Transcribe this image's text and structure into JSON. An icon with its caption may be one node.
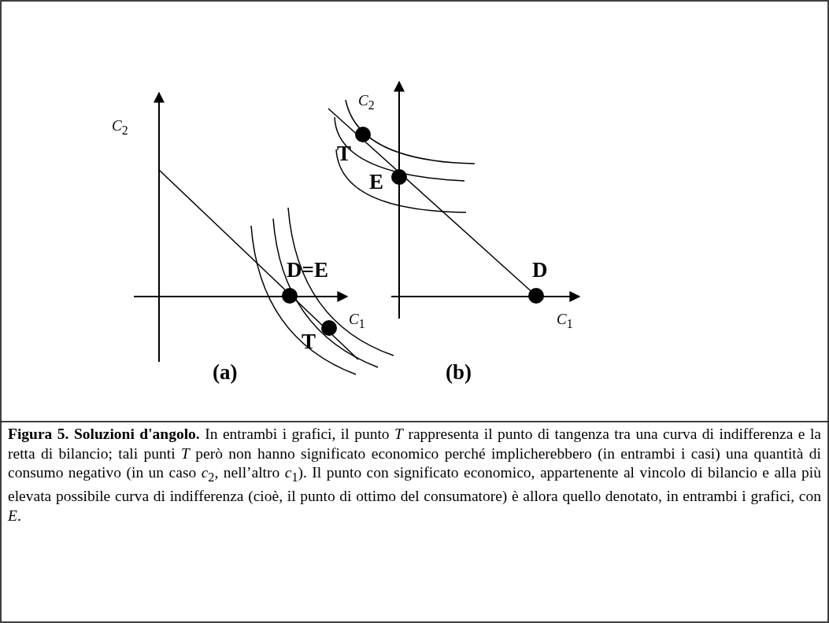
{
  "diagram": {
    "caption": "**Figura 5. Soluzioni d'angolo.** In entrambi i grafici, il punto *T* rappresenta il punto di tangenza tra una curva di indifferenza e la retta di bilancio; tali punti *T* però non hanno significato economico perché implicherebbero (in entrambi i casi) una quantità di consumo negativo (in un caso *c*$_{2}$, nell’altro *c*$_{1}$). Il punto con significato economico, appartenente al vincolo di bilancio e alla più elevata possibile curva di indifferenza (cioè, il punto di ottimo del consumatore) è allora quello denotato, in entrambi i grafici, con *E*.",
    "labels": [
      "*C*$_{2}$",
      "*C*$_{2}$",
      "T",
      "E",
      "D=E",
      "D",
      "*C*$_{1}$",
      "*C*$_{1}$",
      "T",
      "(a)",
      "(b)"
    ]
  }
}
